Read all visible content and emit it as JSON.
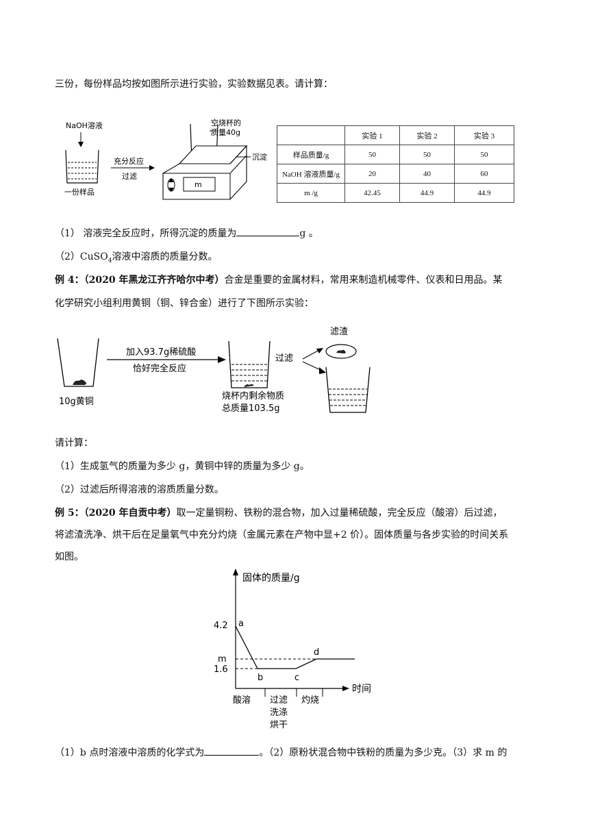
{
  "intro": "三份，每份样品均按如图所示进行实验，实验数据见表。请计算：",
  "fig1": {
    "naoh": "NaOH溶液",
    "sample": "一份样品",
    "arrow_top": "充分反应",
    "arrow_bottom": "过滤",
    "cup_label1": "空烧杯的",
    "cup_label2": "质量40g",
    "precip": "沉淀",
    "scale_label": "m"
  },
  "table": {
    "headers": [
      "",
      "实验 1",
      "实验 2",
      "实验 3"
    ],
    "rows": [
      [
        "样品质量/g",
        "50",
        "50",
        "50"
      ],
      [
        "NaOH 溶液质量/g",
        "20",
        "40",
        "60"
      ],
      [
        "m /g",
        "42.45",
        "44.9",
        "44.9"
      ]
    ]
  },
  "q3_1a": "（1）  溶液完全反应时，所得沉淀的质量为",
  "q3_1b": "g 。",
  "q3_2a": "（2）CuSO",
  "q3_2sub": "4",
  "q3_2b": "溶液中溶质的质量分数。",
  "ex4_label": "例 4：（2020 年黑龙江齐齐哈尔中考）",
  "ex4_text1": "合金是重要的金属材料，常用来制造机械零件、仪表和日用品。某",
  "ex4_text2": "化学研究小组利用黄铜（铜、锌合金）进行了下图所示实验：",
  "fig2": {
    "brass": "10g黄铜",
    "arrow_top": "加入93.7g稀硫酸",
    "arrow_bottom": "恰好完全反应",
    "remain1": "烧杯内剩余物质",
    "remain2": "总质量103.5g",
    "filter": "过滤",
    "residue": "滤渣"
  },
  "calc": "请计算：",
  "q4_1": "（1）生成氢气的质量为多少 g，黄铜中锌的质量为多少 g。",
  "q4_2": "（2）过滤后所得溶液的溶质质量分数。",
  "ex5_label": "例 5：（2020 年自贡中考）",
  "ex5_text1": "取一定量铜粉、铁粉的混合物，加入过量稀硫酸，完全反应（酸溶）后过滤，",
  "ex5_text2": "将滤渣洗净、烘干后在足量氧气中充分灼烧（金属元素在产物中显+2 价）。固体质量与各步实验的时间关系",
  "ex5_text3": "如图。",
  "chart_data": {
    "type": "line",
    "ylabel": "固体的质量/g",
    "xlabel": "时间",
    "y_ticks": [
      "4.2",
      "m",
      "1.6"
    ],
    "points": [
      {
        "label": "a",
        "y": 4.2
      },
      {
        "label": "b",
        "y": 1.6
      },
      {
        "label": "c",
        "y": 1.6
      },
      {
        "label": "d",
        "y": "m"
      }
    ],
    "stages": [
      "酸溶",
      "过滤",
      "洗涤",
      "烘干",
      "灼烧"
    ]
  },
  "q5a": "（1）b 点时溶液中溶质的化学式为",
  "q5b": "。（2）原粉状混合物中铁粉的质量为多少克。（3）求 m 的"
}
